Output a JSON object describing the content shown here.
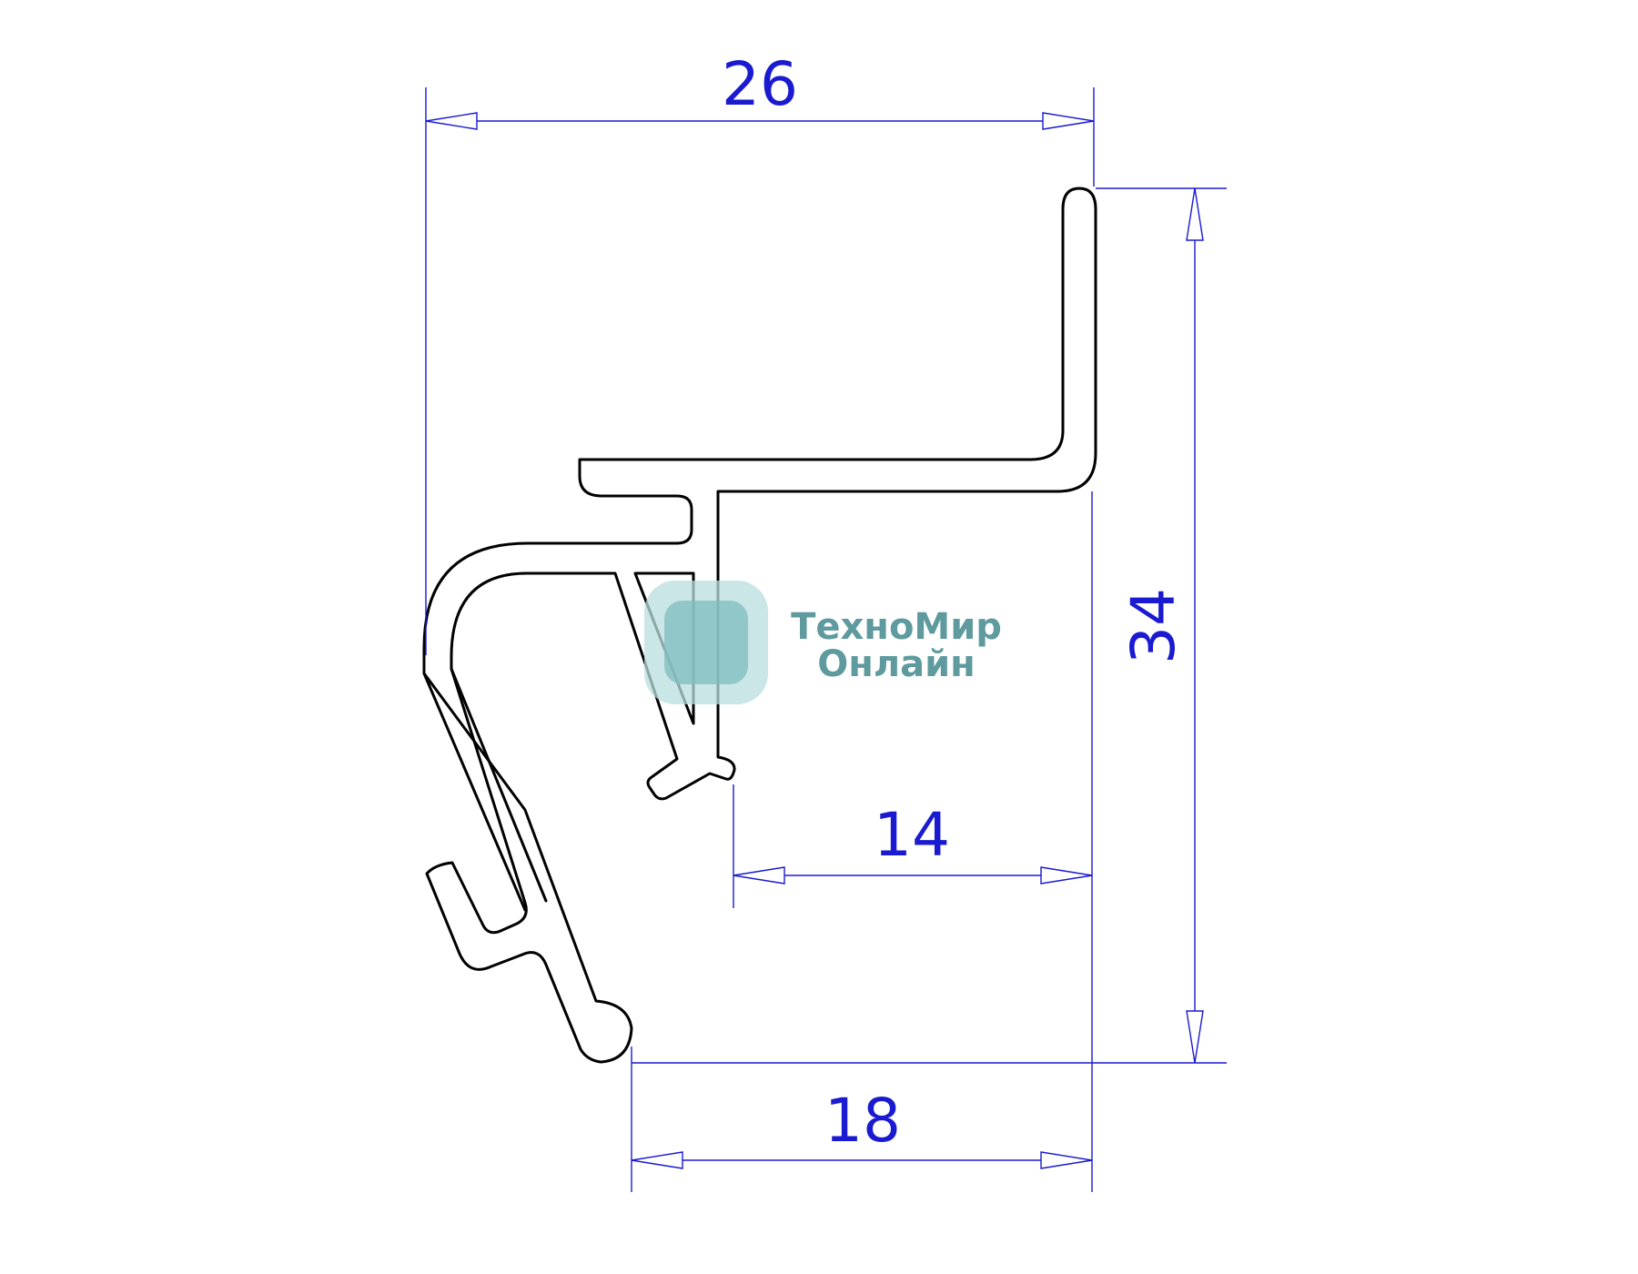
{
  "drawing": {
    "dimensions": {
      "width_total": "26",
      "height_total": "34",
      "inner_offset": "14",
      "bottom_offset": "18"
    },
    "colors": {
      "dimension": "#1a1ad0",
      "profile": "#000000",
      "watermark_text": "#5e9a9e"
    }
  },
  "watermark": {
    "line1": "ТехноМир",
    "line2": "Онлайн"
  }
}
